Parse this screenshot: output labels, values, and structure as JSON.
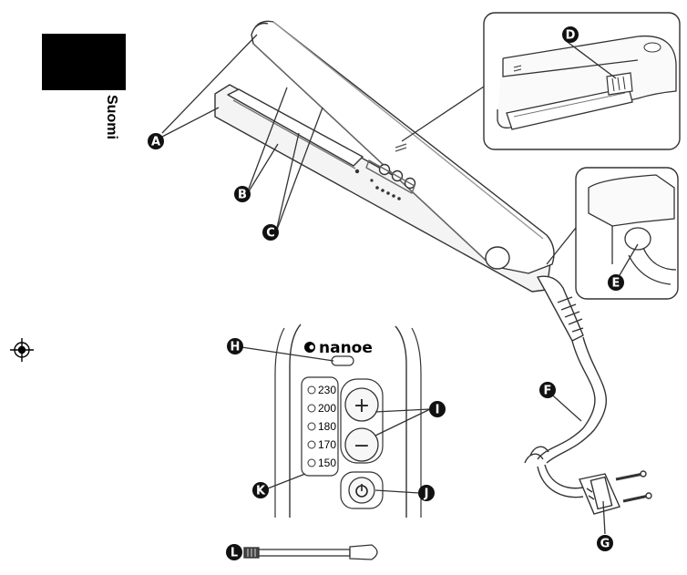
{
  "language_tab": {
    "label": "Suomi",
    "color": "#000000"
  },
  "brand": "nanoe",
  "temperatures": [
    "230",
    "200",
    "180",
    "170",
    "150"
  ],
  "buttons": {
    "plus": "+",
    "minus": "−"
  },
  "callouts": [
    "A",
    "B",
    "C",
    "D",
    "E",
    "F",
    "G",
    "H",
    "I",
    "J",
    "K",
    "L"
  ],
  "colors": {
    "line": "#333333",
    "callout_fill": "#111111",
    "panel_fill": "#f2f2f2"
  }
}
